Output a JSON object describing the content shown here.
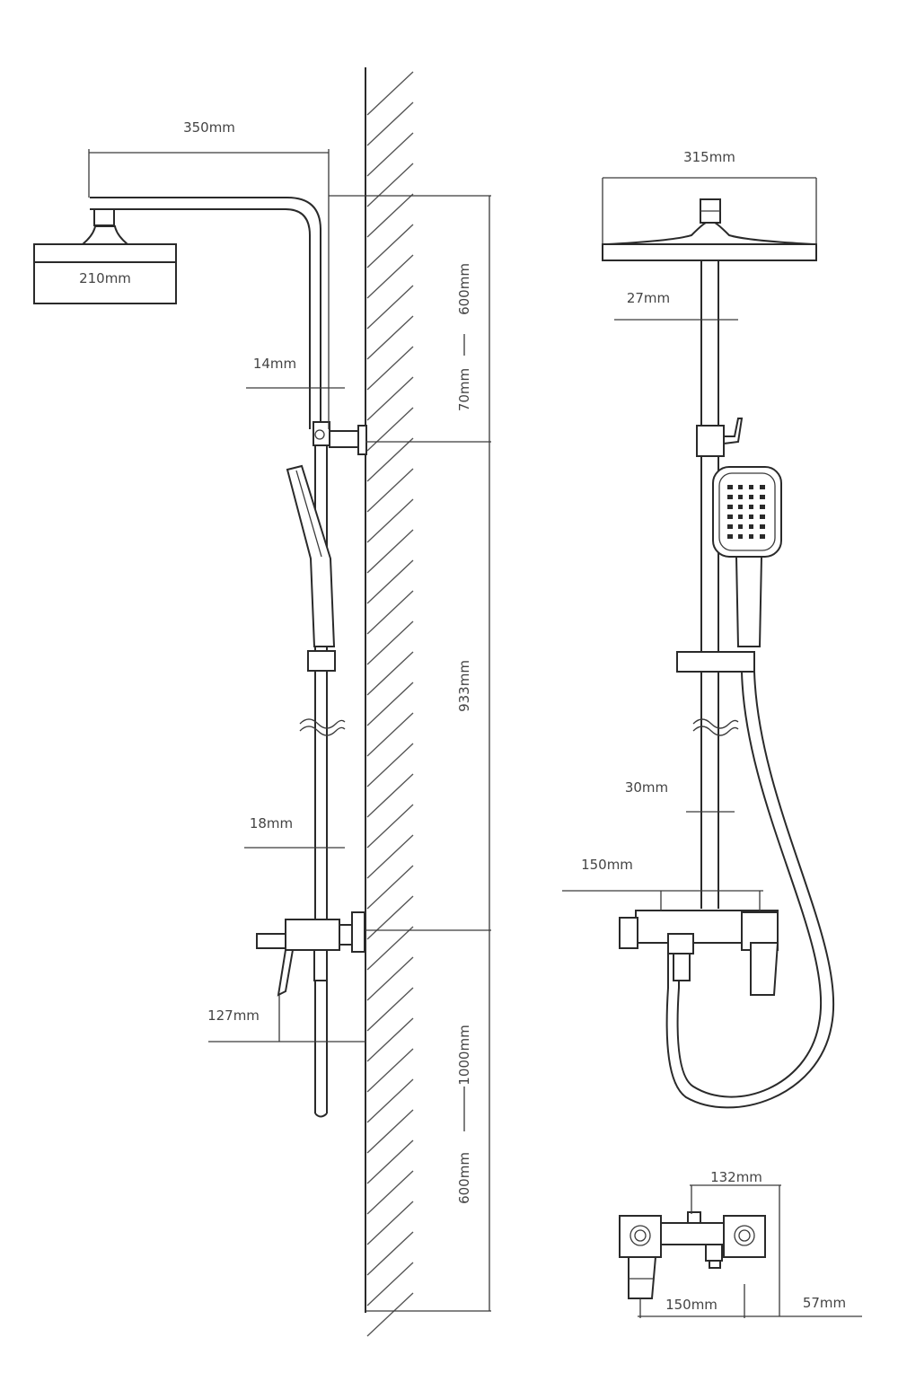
{
  "side_view": {
    "arm_length": "350mm",
    "head_diameter": "210mm",
    "pipe_diameter": "14mm",
    "rail_diameter": "18mm",
    "spout_projection": "127mm",
    "height_top": "600mm",
    "height_bracket": "70mm",
    "height_rail": "933mm",
    "height_floor_1": "1000mm",
    "height_floor_2": "600mm"
  },
  "front_view": {
    "head_width": "315mm",
    "pipe_diameter": "27mm",
    "rail_diameter": "30mm",
    "mixer_width": "150mm"
  },
  "top_view": {
    "width": "132mm",
    "center_distance": "150mm",
    "depth": "57mm"
  },
  "colors": {
    "line": "#2a2a2a",
    "label": "#444444",
    "background": "#ffffff"
  }
}
